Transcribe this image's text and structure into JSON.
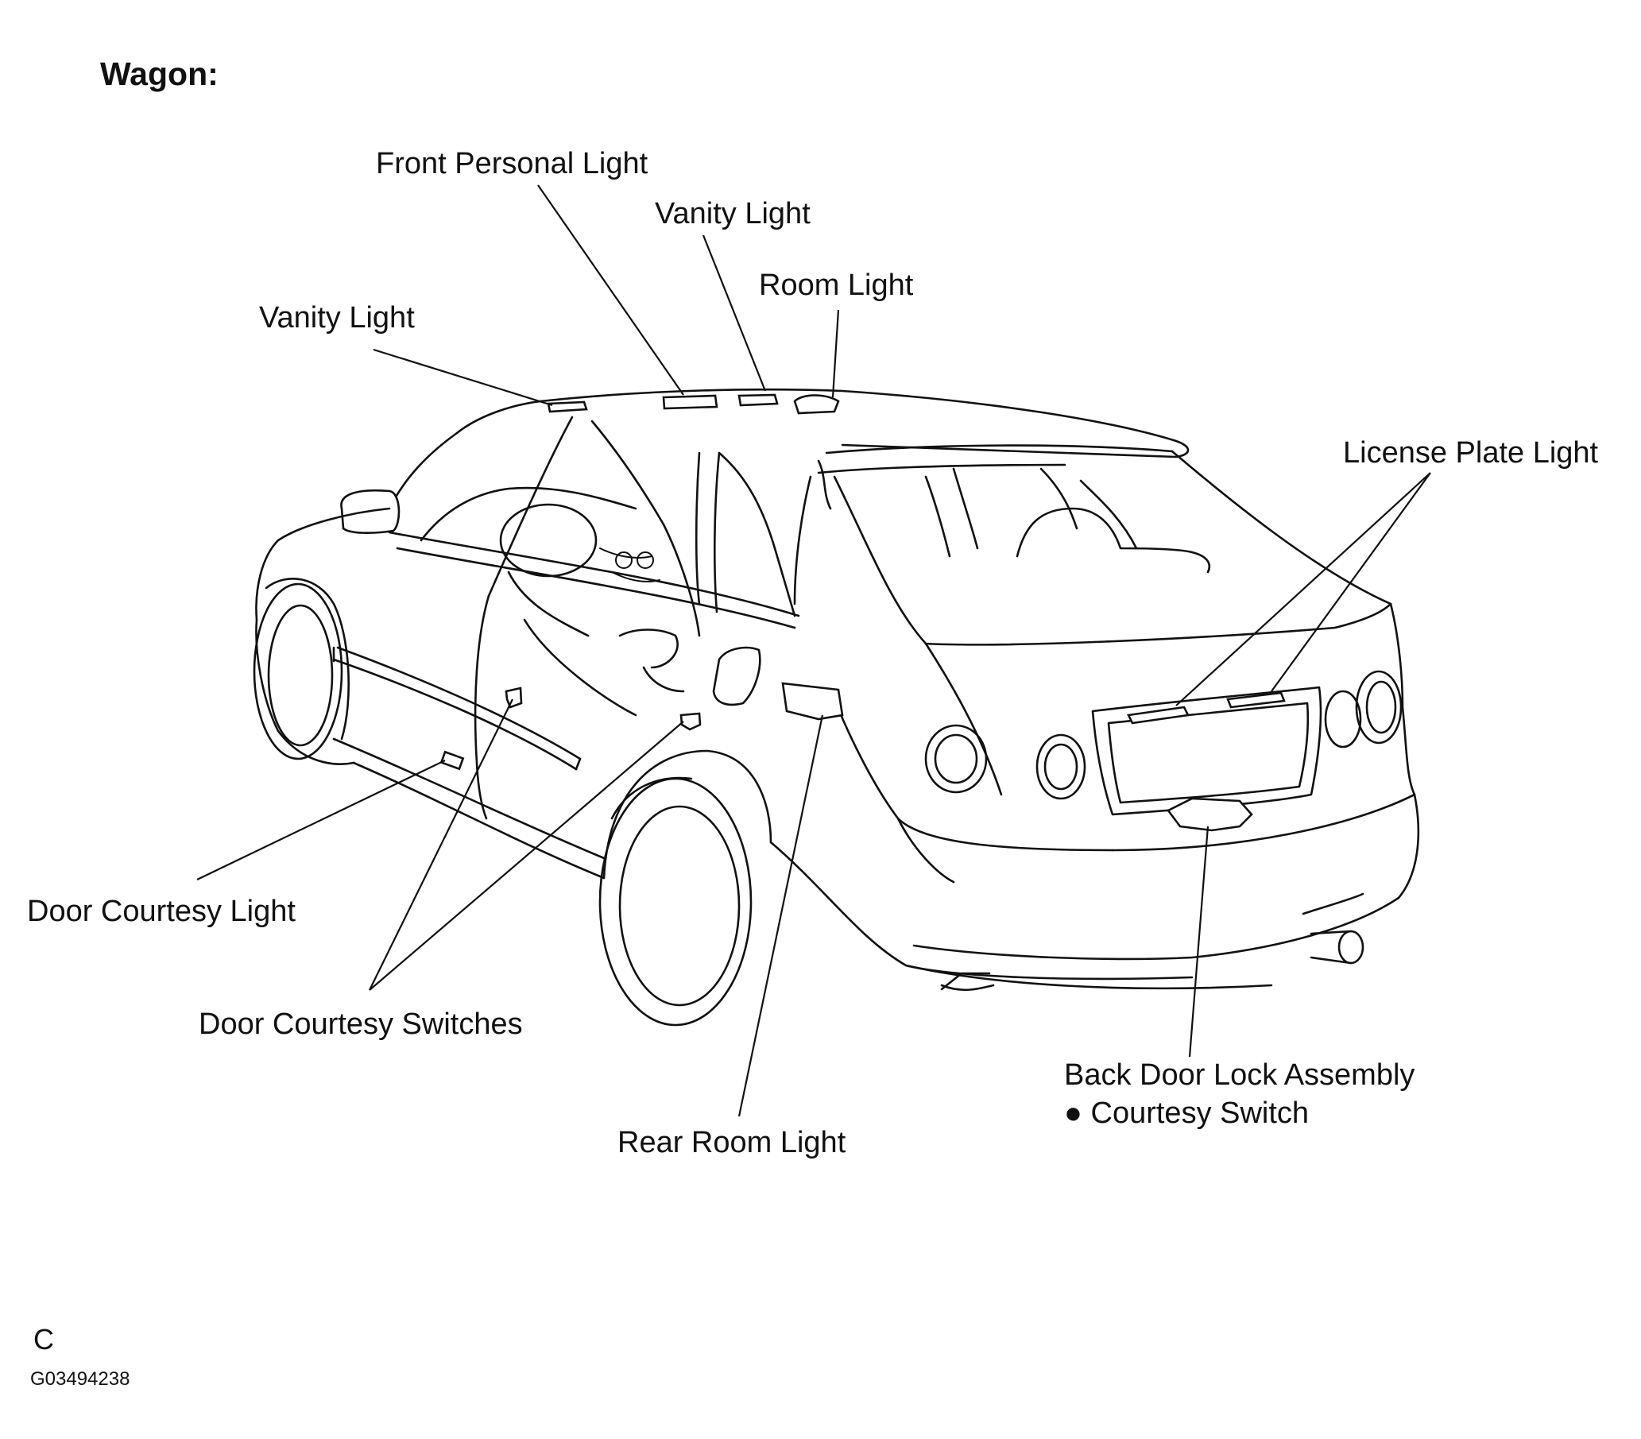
{
  "title": "Wagon:",
  "labels": {
    "front_personal_light": "Front Personal Light",
    "vanity_light_top": "Vanity Light",
    "room_light": "Room Light",
    "vanity_light_left": "Vanity Light",
    "license_plate_light": "License Plate Light",
    "door_courtesy_light": "Door Courtesy Light",
    "door_courtesy_switches": "Door Courtesy Switches",
    "rear_room_light": "Rear Room Light",
    "back_door_lock_assembly": "Back Door Lock Assembly",
    "courtesy_switch": "● Courtesy Switch"
  },
  "footer": {
    "section_letter": "C",
    "figure_id": "G03494238"
  }
}
